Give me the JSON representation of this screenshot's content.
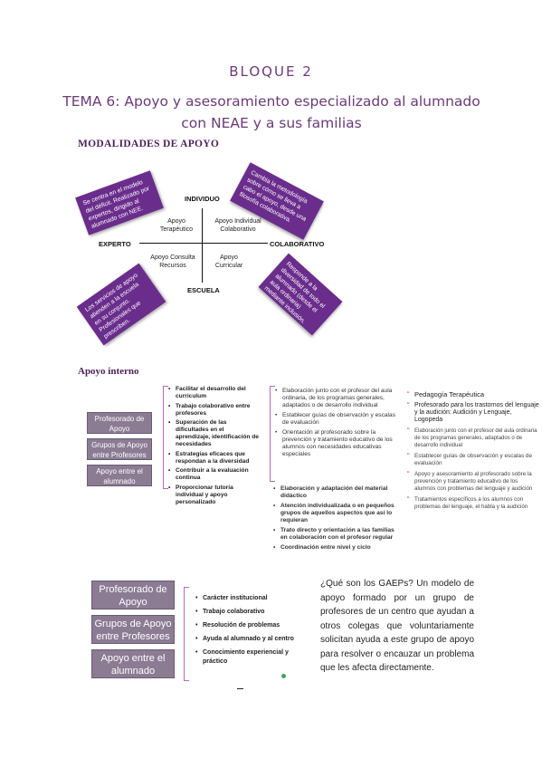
{
  "header": {
    "bloque": "BLOQUE 2",
    "tema": "TEMA 6: Apoyo y asesoramiento especializado al alumnado con NEAE y a sus familias"
  },
  "modalidades": {
    "heading": "MODALIDADES DE APOYO",
    "axes": {
      "top": "INDIVIDUO",
      "bottom": "ESCUELA",
      "left": "EXPERTO",
      "right": "COLABORATIVO"
    },
    "quadrants": {
      "top_left": "Apoyo Terapéutico",
      "top_right": "Apoyo Individual Colaborativo",
      "bottom_left": "Apoyo Consulta Recursos",
      "bottom_right": "Apoyo Curricular"
    },
    "notes": {
      "top_left": "Se centra en el modelo del déficit. Realizado por expertos, dirigido al alumnado con NEE.",
      "top_right": "Cambia la metodología sobre cómo se lleva a cabo el apoyo, desde una filosofía colaborativa.",
      "bottom_left": "Los servicios de apoyo atienden a la escuela en su conjunto. Profesionales que prescriben.",
      "bottom_right": "Responde a la diversidad de todo el alumnado (desde el aula ordinaria) mediante inclusión."
    }
  },
  "apoyo_interno": {
    "heading": "Apoyo interno",
    "groups": [
      "Profesorado de Apoyo",
      "Grupos de Apoyo entre Profesores",
      "Apoyo entre el alumnado"
    ],
    "col1": [
      "Facilitar el desarrollo del curriculum",
      "Trabajo colaborativo entre profesores",
      "Superación de las dificultades en el aprendizaje, identificación de necesidades",
      "Estrategias eficaces que respondan a la diversidad",
      "Contribuir a la evaluación continua",
      "Proporcionar tutoría individual y apoyo personalizado"
    ],
    "col2": [
      "Elaboración junto con el profesor del aula ordinaria, de los programas generales, adaptados o de desarrollo individual",
      "Establecer guías de observación y escalas de evaluación",
      "Orientación al profesorado sobre la prevención y tratamiento educativo de los alumnos con necesidades educativas especiales"
    ],
    "col2_bold": [
      "Elaboración y adaptación del material didáctico",
      "Atención individualizada o en pequeños grupos de aquellos aspectos que así lo requieran",
      "Trato directo y orientación a las familias en colaboración con el profesor regular",
      "Coordinación entre nivel y ciclo"
    ],
    "col3": [
      "Pedagogía Terapéutica",
      "Profesorado para los trastornos del lenguaje y la audición: Audición y Lenguaje, Logopeda",
      "Elaboración junto con el profesor del aula ordinaria de los programas generales, adaptados o de desarrollo individual",
      "Establecer guías de observación y escalas de evaluación",
      "Apoyo y asesoramiento al profesorado sobre la prevención y tratamiento educativo de los alumnos con problemas del lenguaje y audición",
      "Tratamientos específicos a los alumnos con problemas del lenguaje, el habla y la audición"
    ]
  },
  "gaep": {
    "groups": [
      "Profesorado de Apoyo",
      "Grupos de Apoyo entre Profesores",
      "Apoyo entre el alumnado"
    ],
    "features": [
      "Carácter institucional",
      "Trabajo colaborativo",
      "Resolución de problemas",
      "Ayuda al alumnado y al centro",
      "Conocimiento experiencial y práctico"
    ],
    "text": "¿Qué son los GAEPs? Un modelo de apoyo formado por un grupo de profesores de un centro que ayudan a otros colegas que voluntariamente solicitan ayuda a este grupo de apoyo para resolver o encauzar un problema que les afecta directamente."
  }
}
